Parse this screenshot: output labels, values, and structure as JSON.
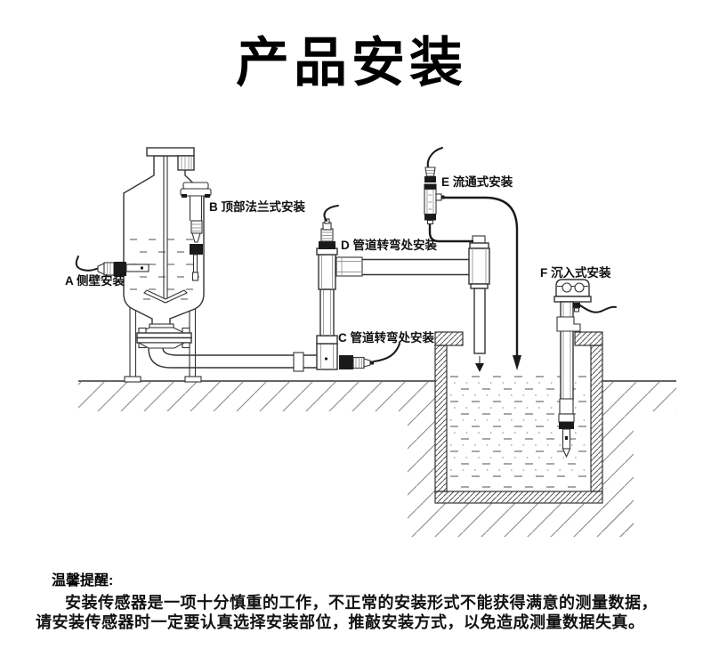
{
  "title": "产品安装",
  "diagram": {
    "labels": {
      "a": "A 侧壁安装",
      "b": "B 顶部法兰式安装",
      "c": "C 管道转弯处安装",
      "d": "D 管道转弯处安装",
      "e": "E 流通式安装",
      "f": "F 沉入式安装"
    }
  },
  "reminder": {
    "heading": "温馨提醒:",
    "line1": "安装传感器是一项十分慎重的工作，不正常的安装形式不能获得满意的测量数据，",
    "line2": "请安装传感器时一定要认真选择安装部位，推敲安装方式，以免造成测量数据失真。"
  },
  "colors": {
    "line": "#333333",
    "hatch": "#8a8a8a",
    "text": "#111111",
    "background": "#ffffff"
  }
}
